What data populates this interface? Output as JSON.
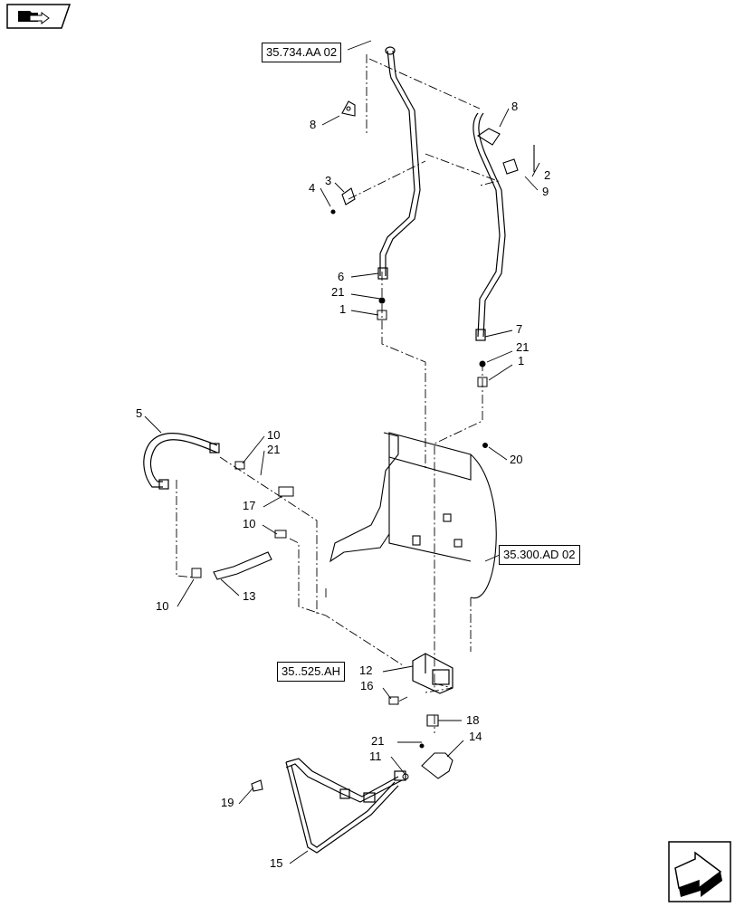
{
  "references": [
    {
      "id": "ref-35-734",
      "text": "35.734.AA 02"
    },
    {
      "id": "ref-35-300",
      "text": "35.300.AD 02"
    },
    {
      "id": "ref-35-525",
      "text": "35..525.AH"
    }
  ],
  "callouts": {
    "c1a": "1",
    "c1b": "1",
    "c2": "2",
    "c3": "3",
    "c4": "4",
    "c5": "5",
    "c6": "6",
    "c7": "7",
    "c8a": "8",
    "c8b": "8",
    "c9": "9",
    "c10a": "10",
    "c10b": "10",
    "c10c": "10",
    "c11": "11",
    "c12": "12",
    "c13": "13",
    "c14": "14",
    "c15": "15",
    "c16": "16",
    "c17": "17",
    "c18": "18",
    "c19": "19",
    "c20": "20",
    "c21a": "21",
    "c21b": "21",
    "c21c": "21",
    "c21d": "21"
  },
  "icons": {
    "top_left": "folder-arrow-icon",
    "bottom_right": "next-page-arrow-icon"
  }
}
